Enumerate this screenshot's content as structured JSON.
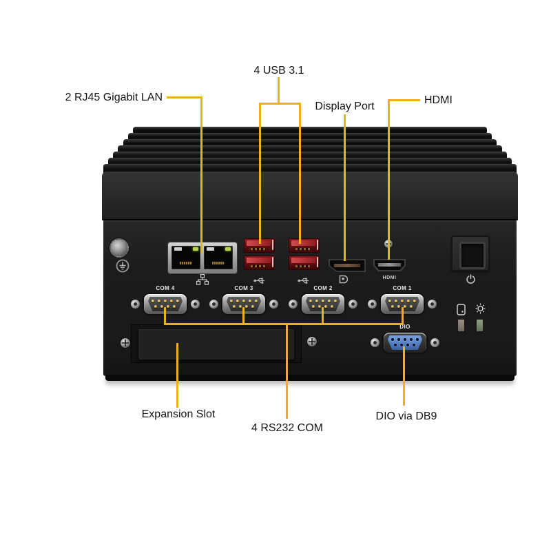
{
  "callouts": {
    "lan": {
      "label": "2 RJ45 Gigabit LAN"
    },
    "usb": {
      "label": "4 USB 3.1"
    },
    "dp": {
      "label": "Display Port"
    },
    "hdmi": {
      "label": "HDMI"
    },
    "expansion": {
      "label": "Expansion Slot"
    },
    "com": {
      "label": "4 RS232 COM"
    },
    "dio": {
      "label": "DIO via DB9"
    }
  },
  "panel": {
    "com_ports": [
      {
        "label": "COM 4"
      },
      {
        "label": "COM 3"
      },
      {
        "label": "COM 2"
      },
      {
        "label": "COM 1"
      }
    ],
    "dio_label": "DIO",
    "hdmi_port_label": "HDMI"
  },
  "icons": {
    "ground": "ground-icon",
    "network": "lan-network-icon",
    "usb": "usb-icon",
    "displayport": "displayport-icon",
    "power": "power-icon",
    "storage_led": "storage-led-icon",
    "light_led": "light-led-icon"
  },
  "colors": {
    "callout_line": "#F0AF1D",
    "label_text": "#141414",
    "usb_port_red": "#8c191d",
    "dio_blue": "#4a74ba",
    "lan_led_green": "#b9d24c",
    "chassis_black": "#1c1c1c",
    "background": "#ffffff"
  }
}
